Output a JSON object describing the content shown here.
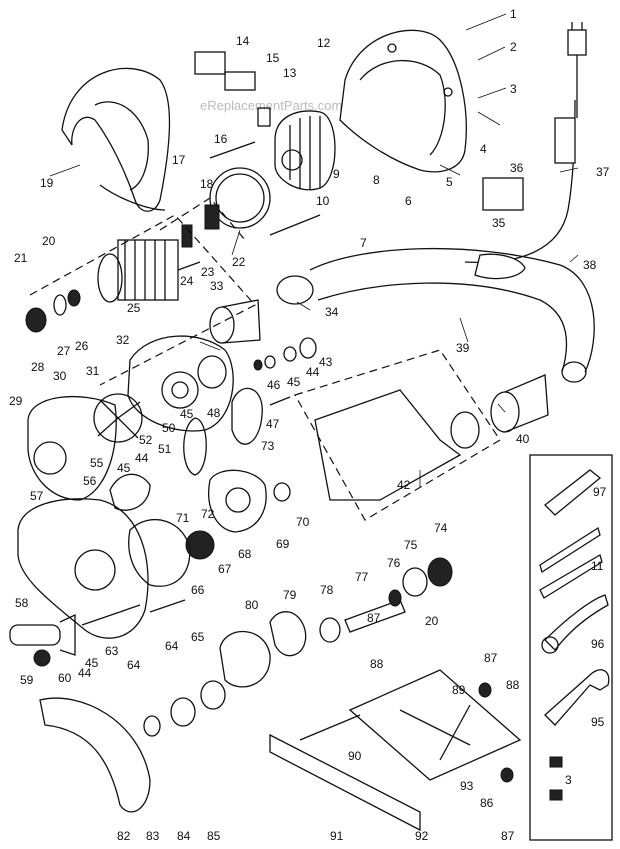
{
  "watermark": "eReplacementParts.com",
  "labels": [
    "1",
    "2",
    "3",
    "4",
    "5",
    "6",
    "7",
    "8",
    "9",
    "10",
    "11",
    "12",
    "13",
    "14",
    "15",
    "16",
    "17",
    "18",
    "19",
    "20",
    "21",
    "22",
    "23",
    "24",
    "25",
    "26",
    "27",
    "28",
    "29",
    "30",
    "31",
    "32",
    "33",
    "34",
    "35",
    "36",
    "37",
    "38",
    "39",
    "40",
    "42",
    "43",
    "44",
    "45",
    "46",
    "47",
    "48",
    "50",
    "51",
    "52",
    "55",
    "56",
    "57",
    "58",
    "59",
    "60",
    "63",
    "64",
    "65",
    "66",
    "67",
    "68",
    "69",
    "70",
    "71",
    "72",
    "73",
    "74",
    "75",
    "76",
    "77",
    "78",
    "79",
    "80",
    "82",
    "83",
    "84",
    "85",
    "86",
    "87",
    "88",
    "89",
    "90",
    "91",
    "92",
    "93",
    "95",
    "96",
    "97"
  ]
}
